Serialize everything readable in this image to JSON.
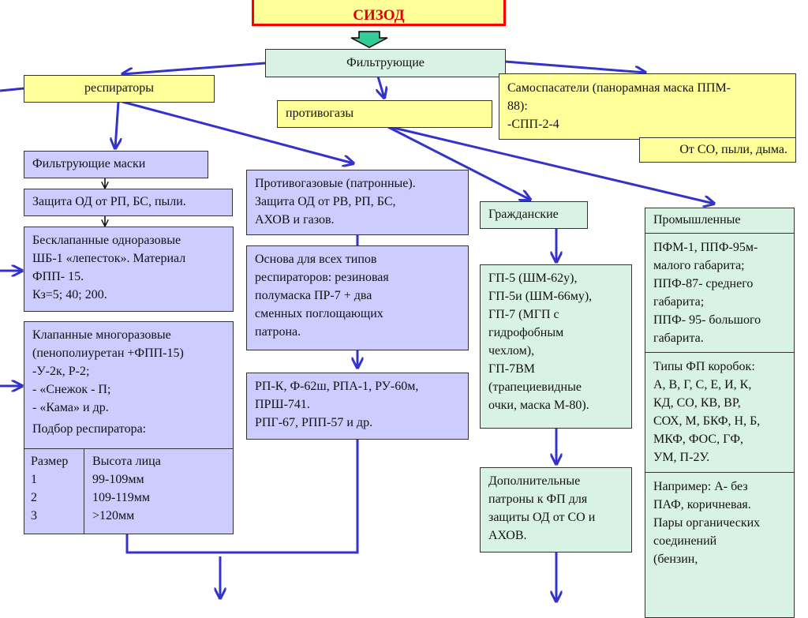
{
  "root": {
    "title": "СИЗОД"
  },
  "filtering": {
    "label": "Фильтрующие"
  },
  "respirators": {
    "label": "респираторы",
    "filter_masks": "Фильтрующие маски",
    "protection": "Защита ОД от РП, БС, пыли.",
    "valveless": "Бесклапанные одноразовые\nШБ-1 «лепесток». Материал\nФПП- 15.\nКз=5; 40; 200.",
    "valved": "Клапанные многоразовые\n(пенополиуретан +ФПП-15)\n-У-2к, Р-2;\n- «Снежок - П;\n- «Кама» и др.",
    "selection_title": "Подбор респиратора:",
    "size_table": {
      "headers": [
        "Размер",
        "Высота лица"
      ],
      "rows": [
        [
          "1",
          "99-109мм"
        ],
        [
          "2",
          "109-119мм"
        ],
        [
          "3",
          ">120мм"
        ]
      ]
    }
  },
  "gas_masks": {
    "label": "противогазы",
    "cartridge": "Противогазовые (патронные).\nЗащита ОД от РВ, РП, БС,\nАХОВ и газов.",
    "basis": "Основа для всех типов\nреспираторов: резиновая\nполумаска ПР-7 + два\nсменных поглощающих\nпатрона.",
    "models": "РП-К, Ф-62ш, РПА-1, РУ-60м,\nПРШ-741.\nРПГ-67, РПП-57 и др.",
    "civil": {
      "label": "Гражданские",
      "models": "ГП-5 (ШМ-62у),\nГП-5и (ШМ-66му),\nГП-7 (МГП с\nгидрофобным\nчехлом),\nГП-7ВМ\n(трапециевидные\nочки, маска М-80).",
      "extra": "Дополнительные\nпатроны к ФП для\nзащиты ОД от СО и\nАХОВ."
    },
    "industrial": {
      "label": "Промышленные",
      "models": "ПФМ-1, ППФ-95м-\nмалого габарита;\nППФ-87- среднего\nгабарита;\nППФ- 95- большого\nгабарита.",
      "box_types": "Типы ФП коробок:\nА, В, Г, С, Е, И, К,\nКД, СО, КВ, ВР,\nСОХ, М, БКФ, Н, Б,\nМКФ, ФОС, ГФ,\nУМ, П-2У.",
      "example": "Например: А- без\nПАФ, коричневая.\nПары органических\nсоединений\n(бензин,"
    }
  },
  "self_rescuers": {
    "label": "Самоспасатели (панорамная маска ППМ-\n88):\n-СПП-2-4",
    "note": "От СО, пыли, дыма."
  },
  "colors": {
    "connector": "#3333cc",
    "yellow_fill": "#ffff99",
    "green_fill": "#d9f2e6",
    "lavender_fill": "#ccccff",
    "title_border": "#ff0000",
    "title_text": "#e00000",
    "down_arrow_fill": "#33cc99"
  }
}
